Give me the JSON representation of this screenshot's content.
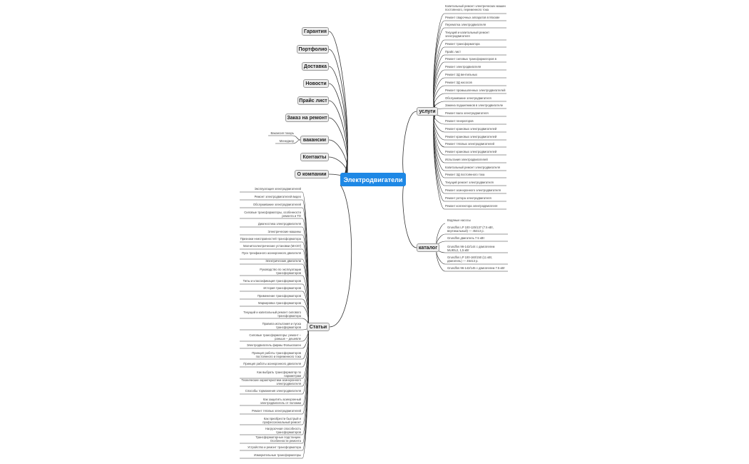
{
  "central": "Электродвигатели",
  "colors": {
    "central_bg": "#1e88e5",
    "node_bg": "#ececec",
    "line": "#333333"
  },
  "left_nodes": [
    "Гарантия",
    "Портфолио",
    "Доставка",
    "Новости",
    "Прайс лист",
    "Заказ на ремонт",
    "вакансии",
    "Контакты",
    "О компании"
  ],
  "vakansii_items": [
    "Вакансия токарь",
    "Менеджер"
  ],
  "uslugi": {
    "label": "услуги",
    "items": [
      "Капитальный ремонт электрических машин постоянного, переменного тока",
      "Ремонт сварочных аппаратов в Москве",
      "Перемотка электродвигателя",
      "Текущий и капитальный ремонт электродвигателя",
      "Ремонт трансформатора",
      "Прайс лист",
      "Ремонт силовых трансформаторов в Москве",
      "Ремонт электродвигателя",
      "Ремонт 3Д вентильных",
      "Ремонт 3Д насосов",
      "Ремонт промышленных электродвигателей",
      "Обслуживание электродвигателя",
      "Замена подшипников в электродвигателе",
      "Ремонт вала электродвигателя",
      "Ремонт генераторов",
      "Ремонт крановых электродвигателей",
      "Ремонт крановых электродвигателей",
      "Ремонт тяговых электродвигателей",
      "Ремонт крановых электродвигателей",
      "Испытания электродвигателей",
      "Капитальный ремонт электродвигателя",
      "Ремонт 3Д постоянного тока",
      "Текущий ремонт электродвигателя",
      "Ремонт асинхронного электродвигателя",
      "Ремонт ротора электродвигателя",
      "Ремонт коллектора электродвигателя"
    ]
  },
  "katalog": {
    "label": "каталог",
    "header": "Водяные насосы",
    "items": [
      "Grundfos LP 100-125/137 (7.5 кВт, вертикальный) — 45413 р.",
      "Grundfos двигатель 7.5 кВт",
      "Grundfos 96-142/144 с двигателем ML90L2, 1,5 кВт",
      "Grundfos LP 100-160/150 (11 кВт, двигатель) — 45413 р.",
      "Grundfos 96-142/145 с двигателем 7.5 кВт"
    ]
  },
  "stati": {
    "label": "Статьи",
    "items": [
      "Эксплуатация электродвигателей",
      "Ремонт электродвигателей видео",
      "Обслуживание электродвигателей",
      "Силовые трансформаторы, особенности ремонта и ТО",
      "Диагностика электродвигателя",
      "Электрические машины",
      "Признаки неисправностей трансформатора",
      "Магнитоэлектрические установки (МАЭУ)",
      "Пуск трехфазного асинхронного двигателя",
      "Электрические двигатели",
      "Руководство по эксплуатации трансформаторов",
      "Типы и классификация трансформаторов",
      "История трансформаторов",
      "Применение трансформаторов",
      "Маркировка трансформаторов",
      "Текущий и капитальный ремонт силового трансформатора",
      "Правила испытания и пуска трансформаторов",
      "Силовые трансформаторы: ремонт – раньше – дешевле",
      "Электродвигатель фирмы Фольксваген",
      "Принцип работы трансформаторов постоянного и переменного тока",
      "Принцип работы асинхронного двигателя",
      "Как выбрать трансформатор по параметрам",
      "Технические характеристики асинхронного электродвигателя",
      "Способы торможения электродвигателя",
      "Как защитить асинхронный электродвигатель от поломки",
      "Ремонт тяговых электродвигателей",
      "Как приобрести быстрый и профессиональный ремонт",
      "Нагрузочная способность трансформаторов",
      "Трансформаторные подстанции. Особенности ремонта",
      "Устройство и ремонт трансформатора",
      "Измерительные трансформаторы"
    ]
  }
}
